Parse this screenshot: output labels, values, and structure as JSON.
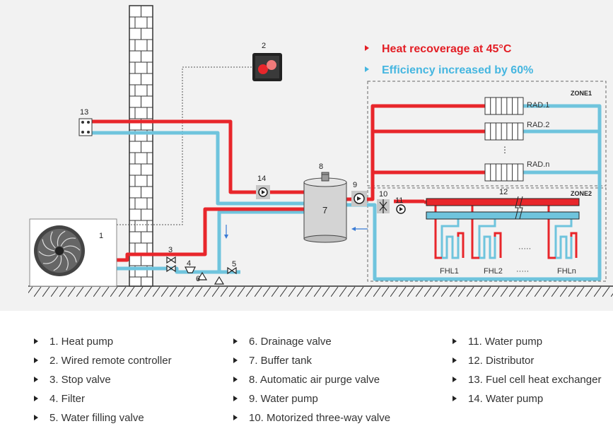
{
  "colors": {
    "hot": "#e8262b",
    "cold": "#6fc4dd",
    "wall_fill": "#ffffff",
    "wall_line": "#333333",
    "zone_border": "#555555",
    "headline_red": "#e31e25",
    "headline_blue": "#45b6e0",
    "label_gray": "#444444"
  },
  "headline": {
    "line1": "Heat recoverage at 45°C",
    "line2": "Efficiency increased by 60%"
  },
  "zones": {
    "zone1": "ZONE1",
    "zone2": "ZONE2"
  },
  "radiators": {
    "rad1": "RAD.1",
    "rad2": "RAD.2",
    "radn": "RAD.n",
    "vdots": "⋮"
  },
  "floor_loops": {
    "fhl1": "FHL1",
    "fhl2": "FHL2",
    "fhln": "FHLn",
    "dots": "·····",
    "dots_top": "·····"
  },
  "numbers": {
    "n1": "1",
    "n2": "2",
    "n3": "3",
    "n4": "4",
    "n5": "5",
    "n6": "6",
    "n7": "7",
    "n8": "8",
    "n9": "9",
    "n10": "10",
    "n11": "11",
    "n12": "12",
    "n13": "13",
    "n14": "14"
  },
  "legend": {
    "col1": [
      "1. Heat pump",
      "2. Wired remote controller",
      "3. Stop valve",
      "4. Filter",
      "5. Water filling valve"
    ],
    "col2": [
      "6. Drainage valve",
      "7. Buffer tank",
      "8. Automatic air purge valve",
      "9. Water pump",
      "10. Motorized three-way valve"
    ],
    "col3": [
      "11. Water pump",
      "12. Distributor",
      "13. Fuel cell heat exchanger",
      "14. Water pump"
    ]
  }
}
